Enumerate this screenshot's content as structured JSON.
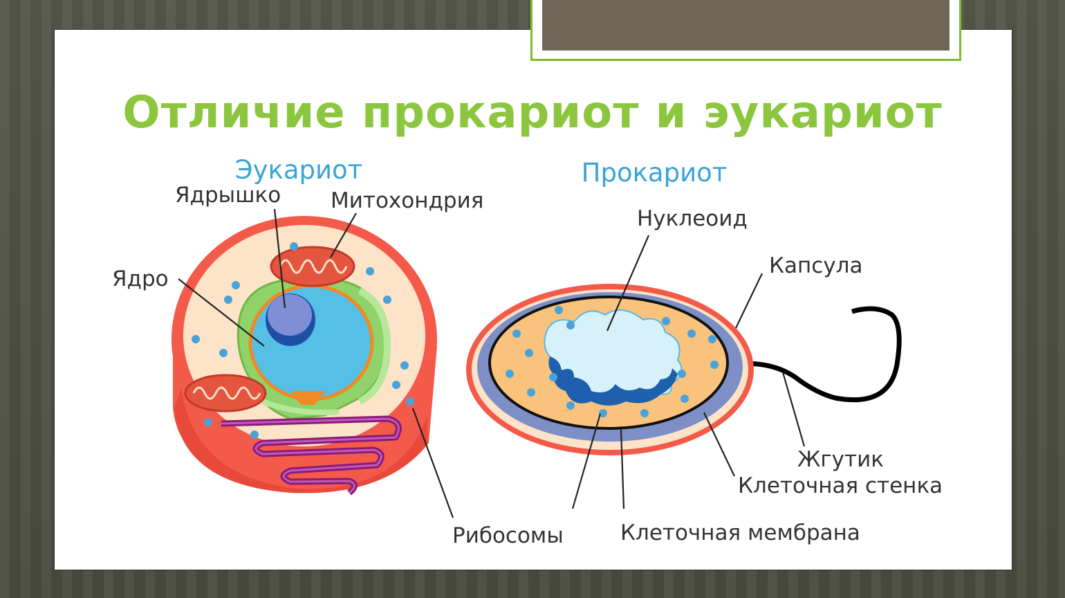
{
  "title": "Отличие прокариот и эукариот",
  "eukaryote": {
    "heading": "Эукариот",
    "labels": {
      "nucleolus": "Ядрышко",
      "mitochondria": "Митохондрия",
      "nucleus": "Ядро",
      "ribosomes": "Рибосомы"
    }
  },
  "prokaryote": {
    "heading": "Прокариот",
    "labels": {
      "nucleoid": "Нуклеоид",
      "capsule": "Капсула",
      "flagellum": "Жгутик",
      "cell_wall": "Клеточная стенка",
      "cell_membrane": "Клеточная мембрана"
    }
  },
  "colors": {
    "title": "#8cc63f",
    "heading": "#3aa4d6",
    "cell_outer": "#f45a4a",
    "cytoplasm": "#fde3c8",
    "nucleus": "#56bfe6",
    "er_green": "#8fd36a",
    "er_purple": "#8b1a7a",
    "ribosome": "#4aa3d8",
    "prokaryote_cytoplasm": "#f9c37d",
    "cell_wall": "#7d8fc6"
  }
}
